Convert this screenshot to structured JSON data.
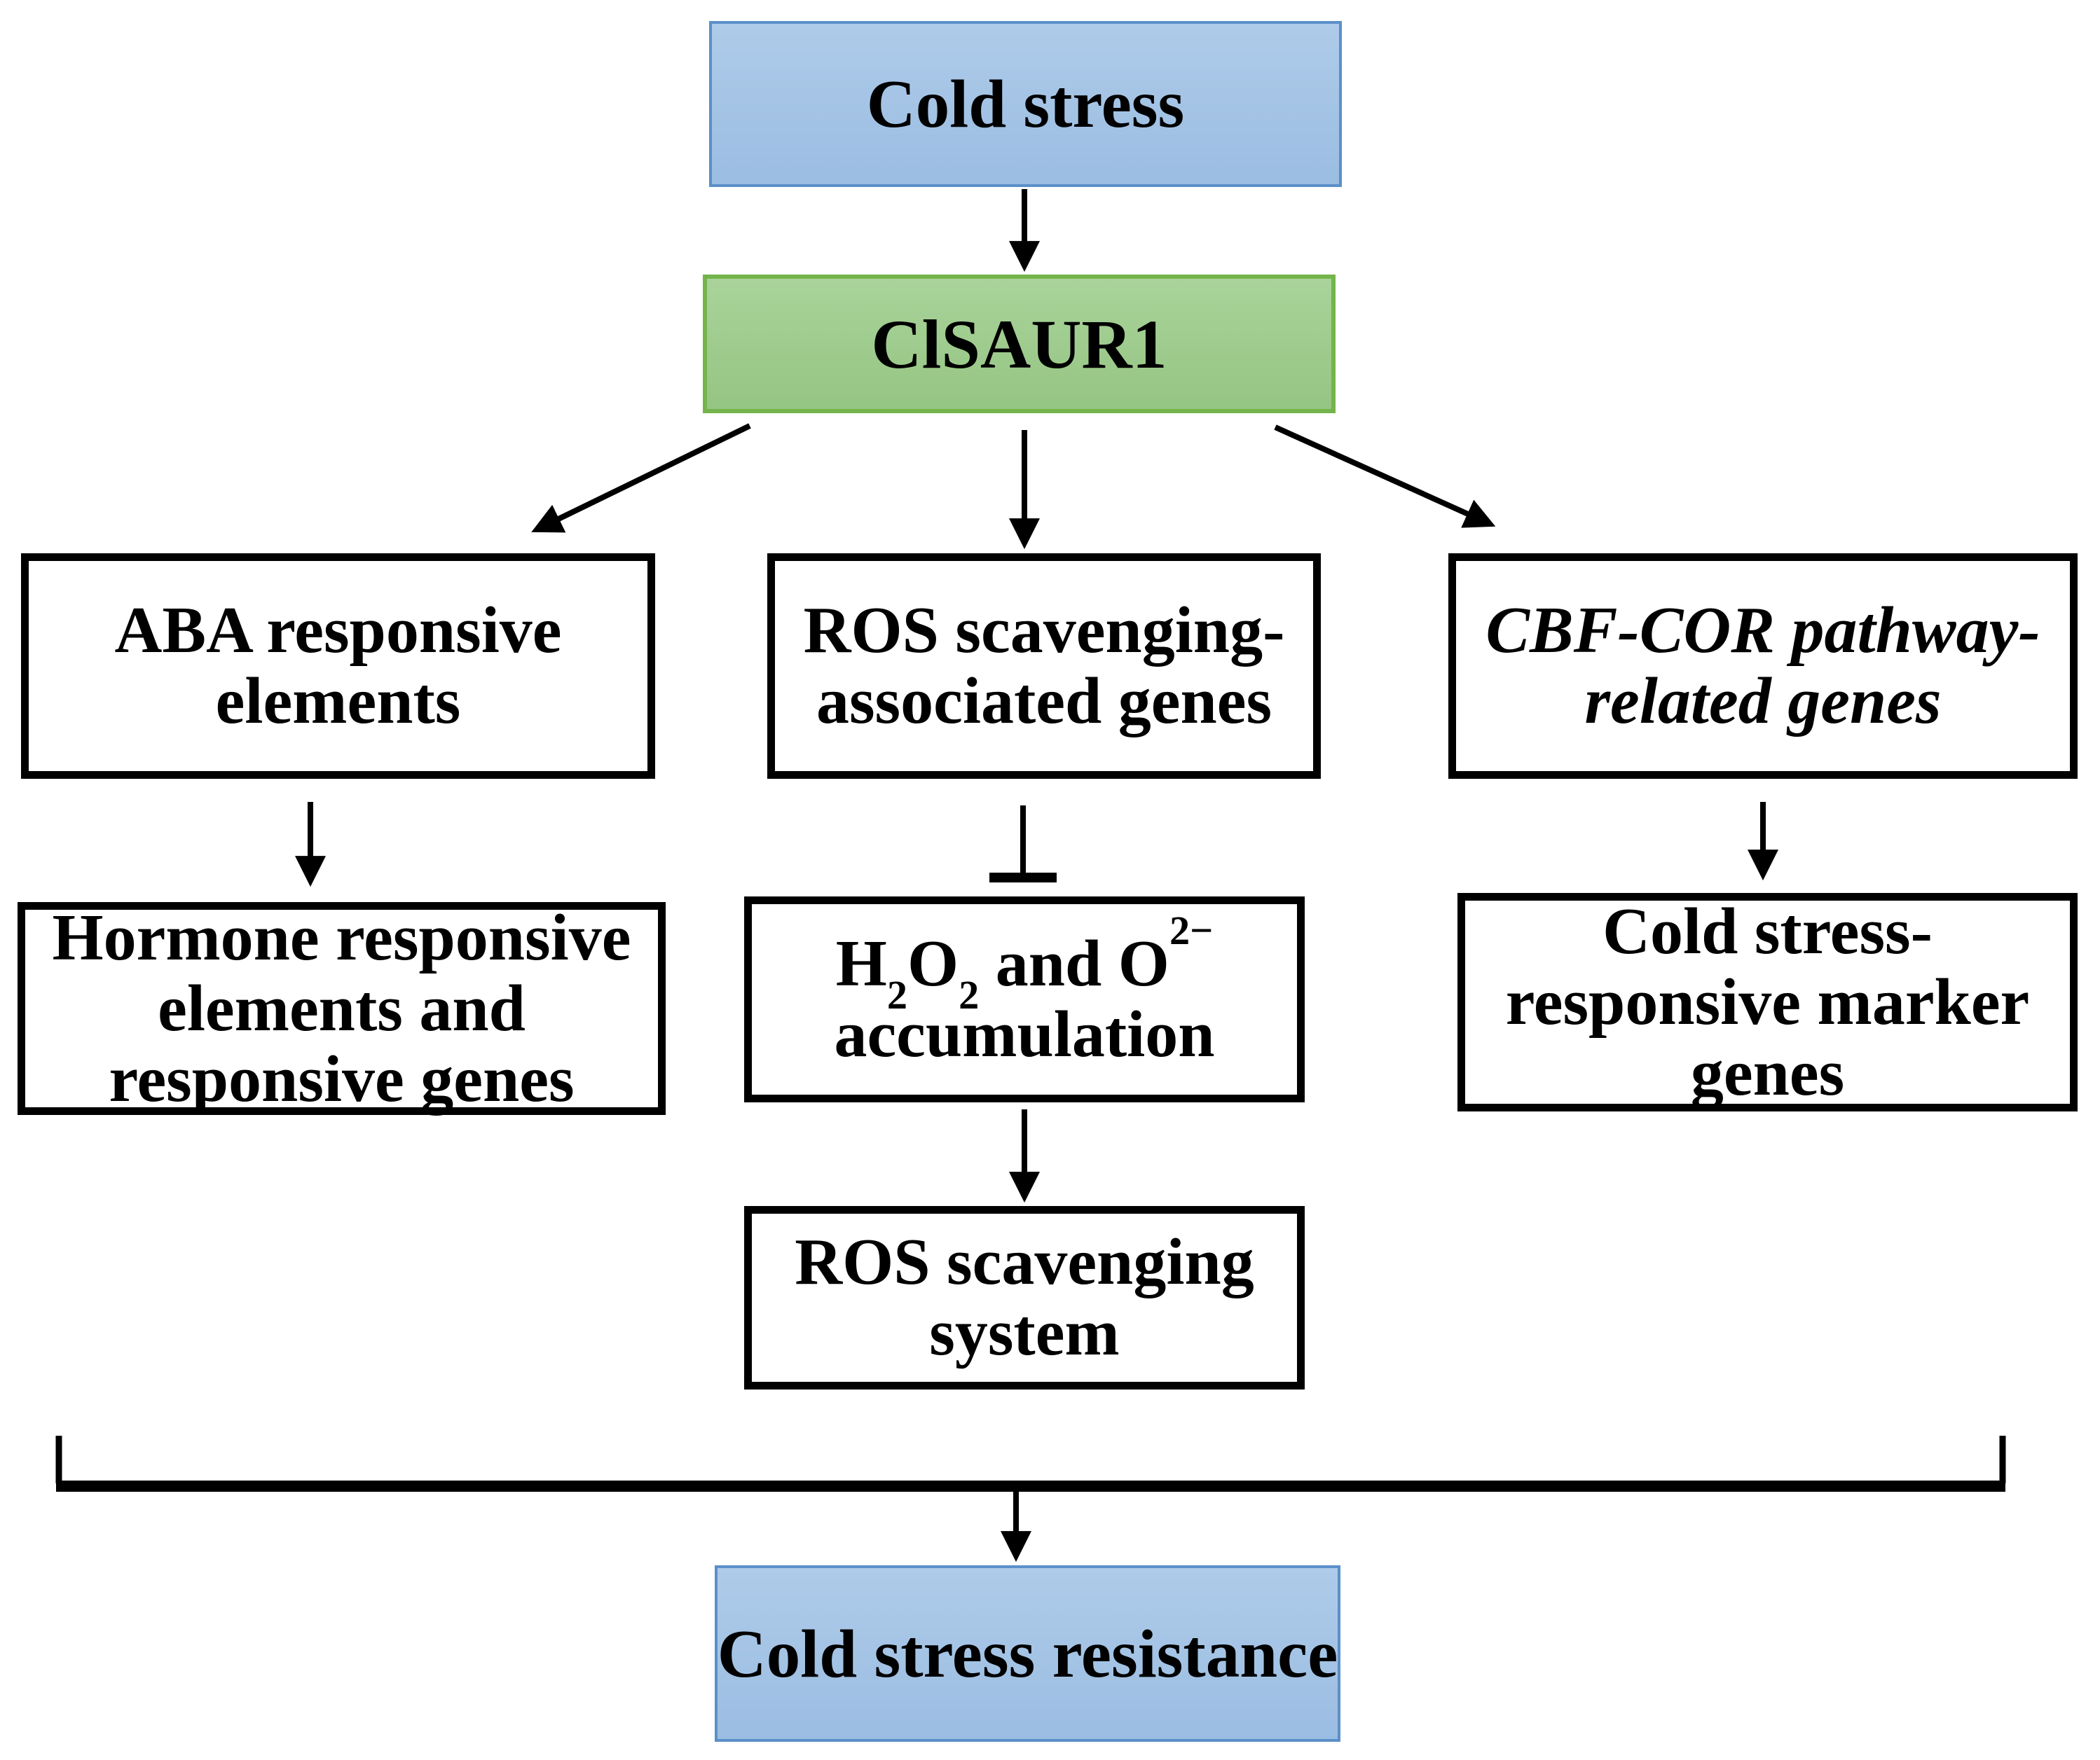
{
  "diagram": {
    "nodes": {
      "cold_stress": {
        "label": "Cold stress",
        "shape": "blue-box"
      },
      "clsaur1": {
        "label": "ClSAUR1",
        "shape": "green-box"
      },
      "aba_elements": {
        "lines": [
          "ABA responsive",
          "elements"
        ],
        "shape": "white-box"
      },
      "ros_genes": {
        "lines": [
          "ROS scavenging-",
          "associated genes"
        ],
        "shape": "white-box"
      },
      "cbf_cor": {
        "lines": [
          "CBF-COR pathway-",
          "related genes"
        ],
        "shape": "white-box",
        "style": "italic"
      },
      "hormone": {
        "lines": [
          "Hormone responsive",
          "elements and",
          "responsive genes"
        ],
        "shape": "white-box"
      },
      "h2o2": {
        "formula": {
          "t1": "H",
          "s1": "2",
          "t2": "O",
          "s2": "2",
          "t3": " and O",
          "p1": "2−"
        },
        "line2": "accumulation",
        "shape": "white-box"
      },
      "cold_marker": {
        "lines": [
          "Cold stress-",
          "responsive marker",
          "genes"
        ],
        "shape": "white-box"
      },
      "ros_system": {
        "lines": [
          "ROS scavenging",
          "system"
        ],
        "shape": "white-box"
      },
      "resistance": {
        "label": "Cold stress resistance",
        "shape": "blue-box"
      }
    },
    "edges": [
      {
        "from": "cold_stress",
        "to": "clsaur1",
        "type": "arrow"
      },
      {
        "from": "clsaur1",
        "to": "aba_elements",
        "type": "arrow"
      },
      {
        "from": "clsaur1",
        "to": "ros_genes",
        "type": "arrow"
      },
      {
        "from": "clsaur1",
        "to": "cbf_cor",
        "type": "arrow"
      },
      {
        "from": "aba_elements",
        "to": "hormone",
        "type": "arrow"
      },
      {
        "from": "ros_genes",
        "to": "h2o2",
        "type": "inhibition"
      },
      {
        "from": "cbf_cor",
        "to": "cold_marker",
        "type": "arrow"
      },
      {
        "from": "h2o2",
        "to": "ros_system",
        "type": "arrow"
      },
      {
        "from": "aba_elements+ros_system+cold_marker",
        "to": "resistance",
        "type": "bracket-arrow"
      }
    ],
    "colors": {
      "blue_fill_top": "#aecbe9",
      "blue_fill_bottom": "#9bbde2",
      "blue_border": "#5b8fc9",
      "green_fill_top": "#a9d39a",
      "green_fill_bottom": "#95c583",
      "green_border": "#74b44b",
      "box_border": "#000000",
      "arrow": "#000000"
    }
  }
}
